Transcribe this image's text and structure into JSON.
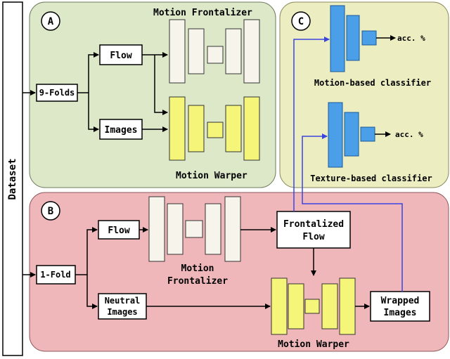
{
  "dataset": {
    "label": "Dataset"
  },
  "panel_a": {
    "badge": "A",
    "title_top": "Motion Frontalizer",
    "title_bottom": "Motion Warper",
    "folds": "9-Folds",
    "flow": "Flow",
    "images": "Images"
  },
  "panel_b": {
    "badge": "B",
    "folds": "1-Fold",
    "flow": "Flow",
    "neutral_1": "Neutral",
    "neutral_2": "Images",
    "frontalizer_1": "Motion",
    "frontalizer_2": "Frontalizer",
    "frontalized_1": "Frontalized",
    "frontalized_2": "Flow",
    "warper": "Motion Warper",
    "wrapped_1": "Wrapped",
    "wrapped_2": "Images"
  },
  "panel_c": {
    "badge": "C",
    "motion_acc": "acc. %",
    "motion_label": "Motion-based classifier",
    "texture_acc": "acc. %",
    "texture_label": "Texture-based classifier"
  },
  "colors": {
    "panel_a_bg": "#dce8c8",
    "panel_b_bg": "#efb7ba",
    "panel_c_bg": "#ecedc0",
    "frontalizer_fill": "#f7f4ec",
    "warper_fill": "#f5f57a",
    "classifier_fill": "#4a9fe8",
    "arrow_blue": "#3a44e0"
  }
}
